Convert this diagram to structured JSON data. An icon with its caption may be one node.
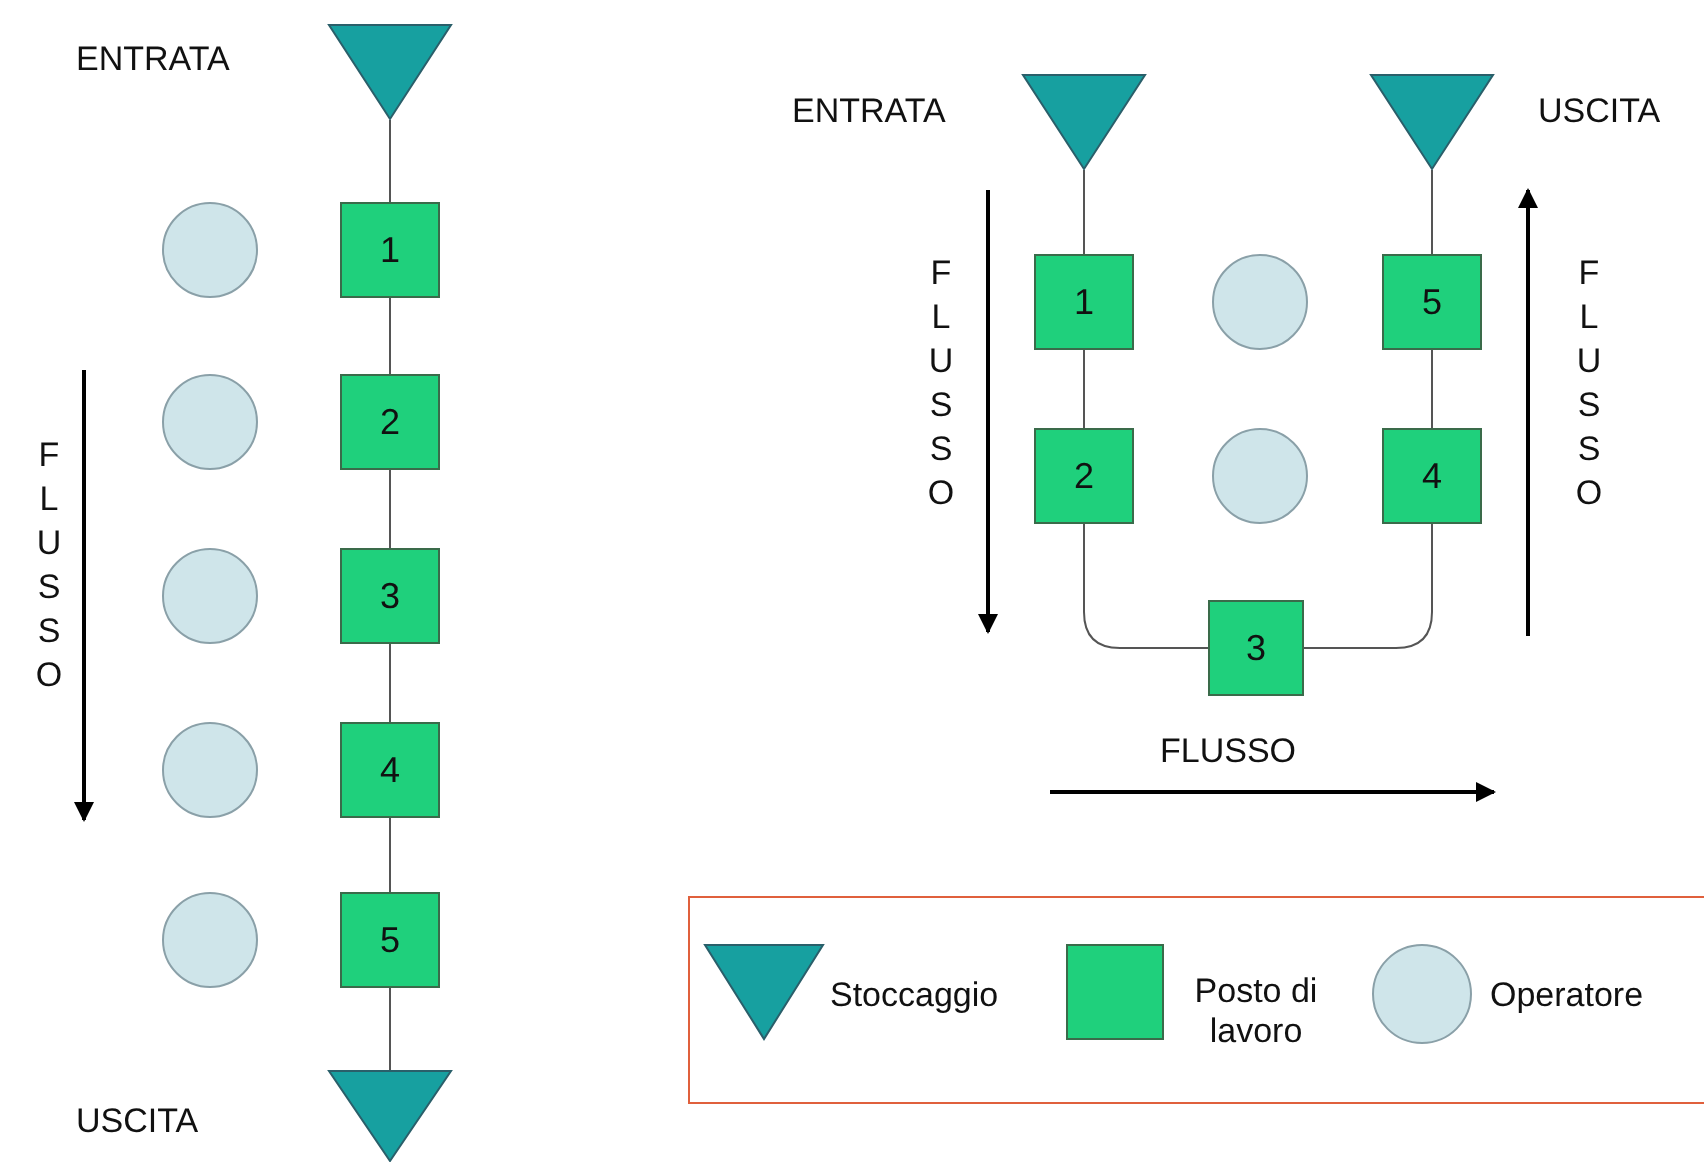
{
  "diagram": {
    "nodes": [
      {
        "text": [],
        "shape": "triangle",
        "beside": [
          "ENTRATA"
        ]
      },
      {
        "text": [
          "1"
        ]
      },
      {
        "text": [
          "2"
        ]
      },
      {
        "text": [
          "3"
        ]
      },
      {
        "text": [
          "4"
        ]
      },
      {
        "text": [
          "5"
        ]
      },
      {
        "text": [],
        "shape": "triangle",
        "beside": [
          "USCITA"
        ]
      },
      {
        "text": [],
        "shape": "circle"
      },
      {
        "text": [],
        "shape": "circle"
      },
      {
        "text": [],
        "shape": "circle"
      },
      {
        "text": [],
        "shape": "circle"
      },
      {
        "text": [],
        "shape": "circle"
      },
      {
        "text": [],
        "shape": "triangle",
        "beside": [
          "ENTRATA"
        ]
      },
      {
        "text": [],
        "shape": "triangle",
        "beside": [
          "USCITA"
        ]
      },
      {
        "text": [
          "1"
        ]
      },
      {
        "text": [
          "2"
        ]
      },
      {
        "text": [
          "3"
        ]
      },
      {
        "text": [
          "4"
        ]
      },
      {
        "text": [
          "5"
        ]
      },
      {
        "text": [],
        "shape": "circle"
      },
      {
        "text": [],
        "shape": "circle"
      }
    ],
    "edges": [
      {
        "from": 0,
        "to": 1,
        "arrow": "none"
      },
      {
        "from": 1,
        "to": 2,
        "arrow": "none"
      },
      {
        "from": 2,
        "to": 3,
        "arrow": "none"
      },
      {
        "from": 3,
        "to": 4,
        "arrow": "none"
      },
      {
        "from": 4,
        "to": 5,
        "arrow": "none"
      },
      {
        "from": 5,
        "to": 6,
        "arrow": "none"
      },
      {
        "from": 12,
        "to": 14,
        "arrow": "none"
      },
      {
        "from": 14,
        "to": 15,
        "arrow": "none"
      },
      {
        "from": 15,
        "to": 16,
        "arrow": "none"
      },
      {
        "from": 16,
        "to": 17,
        "arrow": "none"
      },
      {
        "from": 17,
        "to": 18,
        "arrow": "none"
      },
      {
        "from": 18,
        "to": 13,
        "arrow": "none"
      }
    ],
    "labels": [
      "FLUSSO",
      "FLUSSO",
      "FLUSSO",
      "FLUSSO"
    ],
    "legend": [
      {
        "text": "Stoccaggio"
      },
      {
        "text": "Posto di lavoro"
      },
      {
        "text": "Operatore"
      }
    ]
  }
}
